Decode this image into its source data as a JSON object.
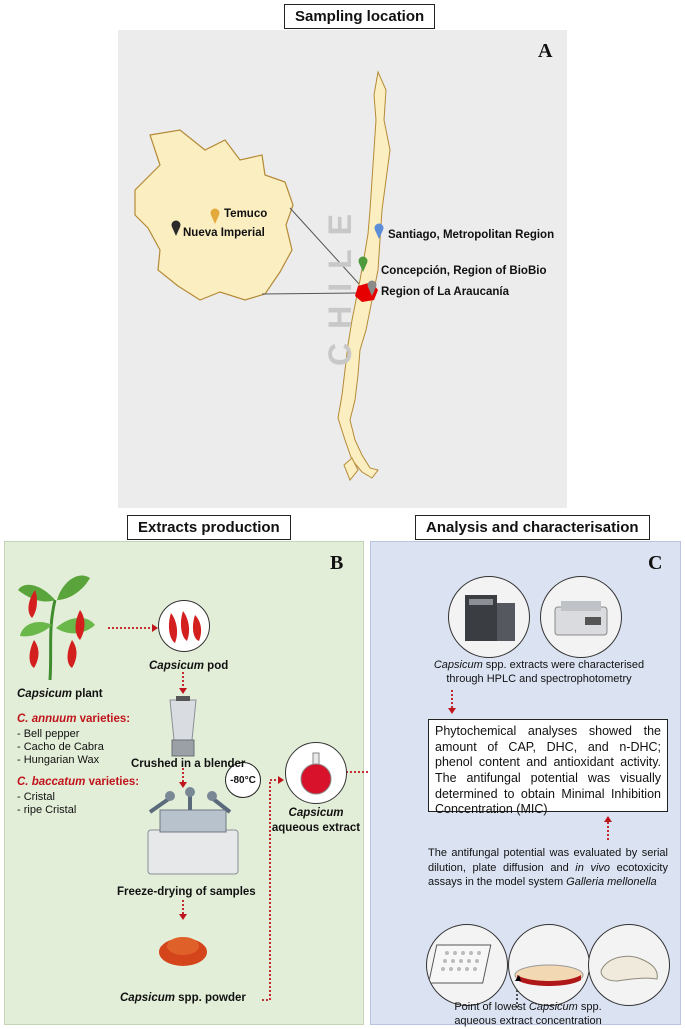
{
  "sections": {
    "sampling_title": "Sampling location",
    "extracts_title": "Extracts production",
    "analysis_title": "Analysis and characterisation"
  },
  "panel_letters": {
    "a": "A",
    "b": "B",
    "c": "C"
  },
  "map": {
    "country_lettering": "CHILE",
    "temuco": "Temuco",
    "nueva_imperial": "Nueva Imperial",
    "santiago": "Santiago, Metropolitan Region",
    "concepcion": "Concepción, Region of BioBio",
    "araucania": "Region of La Araucanía",
    "colors": {
      "pin_temuco": "#e3a93c",
      "pin_nueva": "#2b2b2b",
      "pin_santiago": "#5b8ed6",
      "pin_concepcion": "#4c9a3c",
      "pin_araucania": "#8a8a8a",
      "land": "#fbeec0",
      "highlight": "#e60000"
    }
  },
  "panel_b": {
    "plant_italic": "Capsicum",
    "plant_rest": " plant",
    "pod_italic": "Capsicum",
    "pod_rest": " pod",
    "annuum_italic": "C. annuum",
    "annuum_rest": " varieties:",
    "annuum_items": [
      "- Bell pepper",
      "- Cacho de Cabra",
      "- Hungarian Wax"
    ],
    "blender": "Crushed in a blender",
    "baccatum_italic": "C. baccatum",
    "baccatum_rest": " varieties:",
    "baccatum_items": [
      "- Cristal",
      "- ripe Cristal"
    ],
    "temperature": "-80°C",
    "freeze": "Freeze-drying of samples",
    "powder_italic": "Capsicum",
    "powder_rest": " spp. powder",
    "extract_italic": "Capsicum",
    "extract_rest": "aqueous extract",
    "bg": "#e3eed8"
  },
  "panel_c": {
    "hplc_italic": "Capsicum",
    "hplc_rest1": " spp. extracts were characterised",
    "hplc_rest2": "through HPLC and spectrophotometry",
    "phyto": "Phytochemical analyses showed the amount of CAP, DHC, and n-DHC; phenol content and antioxidant activity. The antifungal potential was visually determined to obtain Minimal Inhibition Concentration (MIC)",
    "antifungal_1": "The antifungal potential was evaluated by serial dilution, plate diffusion and ",
    "antifungal_italic": "in vivo",
    "antifungal_2": " ecotoxicity assays in the model system ",
    "antifungal_species": "Galleria mellonella",
    "point_1": "Point of lowest ",
    "point_italic": "Capsicum",
    "point_2": " spp.",
    "point_3": "aqueous extract concentration",
    "bg": "#dbe3f3"
  }
}
